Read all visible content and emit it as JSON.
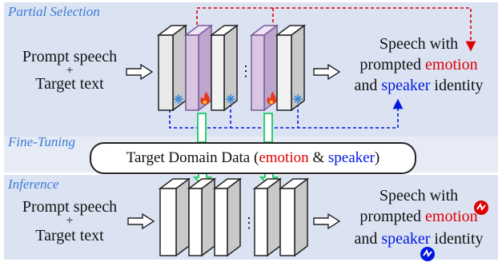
{
  "sections": {
    "partial": "Partial Selection",
    "finetune": "Fine-Tuning",
    "inference": "Inference"
  },
  "inputs": {
    "prompt": "Prompt speech",
    "plus": "+",
    "target": "Target text"
  },
  "output": {
    "line1": "Speech with",
    "prompted": "prompted",
    "emotion": "emotion",
    "and": "and",
    "speaker": "speaker",
    "identity": "identity"
  },
  "domain": {
    "lead": "Target Domain Data (",
    "emotion": "emotion",
    "amp": "&",
    "speaker": "speaker",
    "tail": ")"
  },
  "ellipsis": "⋮",
  "icons": {
    "frozen": "snowflake-icon",
    "trainable": "fire-icon"
  },
  "colors": {
    "emotion": "#e00000",
    "speaker": "#0018e0",
    "section_title": "#3a7bd5",
    "panel_bg": "#dbe3f3",
    "trainable_layer": "#d9c6e2",
    "finetune_arrow": "#2ecc71"
  }
}
